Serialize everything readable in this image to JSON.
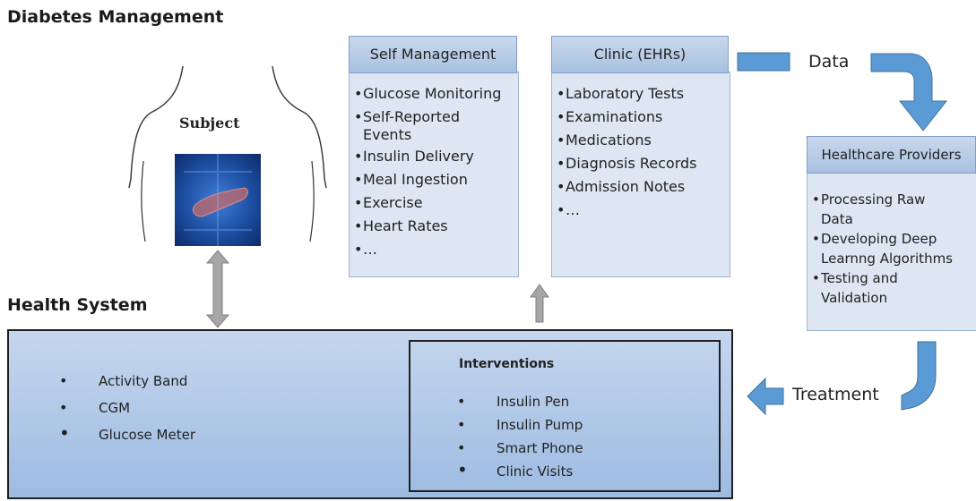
{
  "header": {
    "title": "Diabetes Management",
    "health_system": "Health System"
  },
  "subject": {
    "label": "Subject"
  },
  "self_management": {
    "title": "Self Management",
    "items": [
      "Glucose Monitoring",
      "Self-Reported",
      "Events",
      "Insulin Delivery",
      "Meal Ingestion",
      "Exercise",
      "Heart Rates",
      "…"
    ]
  },
  "clinic": {
    "title": "Clinic (EHRs)",
    "items": [
      "Laboratory Tests",
      "Examinations",
      "Medications",
      "Diagnosis Records",
      "Admission Notes",
      "…"
    ]
  },
  "flow": {
    "data_label": "Data",
    "treatment_label": "Treatment"
  },
  "providers": {
    "title": "Healthcare Providers",
    "items": [
      "Processing Raw",
      "Data",
      "Developing Deep",
      "Learnng Algorithms",
      "Testing and",
      "Validation"
    ]
  },
  "health_system": {
    "devices": [
      "Activity Band",
      "CGM",
      "Glucose Meter"
    ],
    "interventions_title": "Interventions",
    "interventions": [
      "Insulin Pen",
      "Insulin Pump",
      "Smart Phone",
      "Clinic Visits"
    ]
  },
  "colors": {
    "arrow_blue": "#5b9bd5",
    "box_fill": "#dde6f2",
    "gray_arrow": "#a6a6a6"
  }
}
